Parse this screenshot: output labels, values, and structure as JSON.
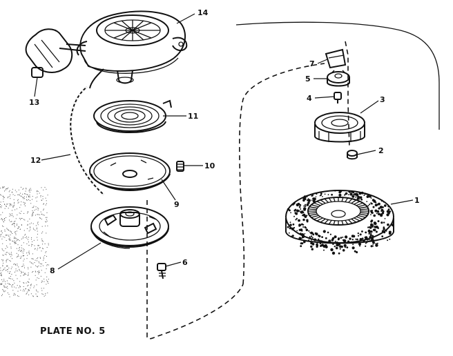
{
  "plate_label": "PLATE NO. 5",
  "callouts": {
    "c1": "1",
    "c2": "2",
    "c3": "3",
    "c4": "4",
    "c5": "5",
    "c6": "6",
    "c7": "7",
    "c8": "8",
    "c9": "9",
    "c10": "10",
    "c11": "11",
    "c12": "12",
    "c13": "13",
    "c14": "14"
  }
}
